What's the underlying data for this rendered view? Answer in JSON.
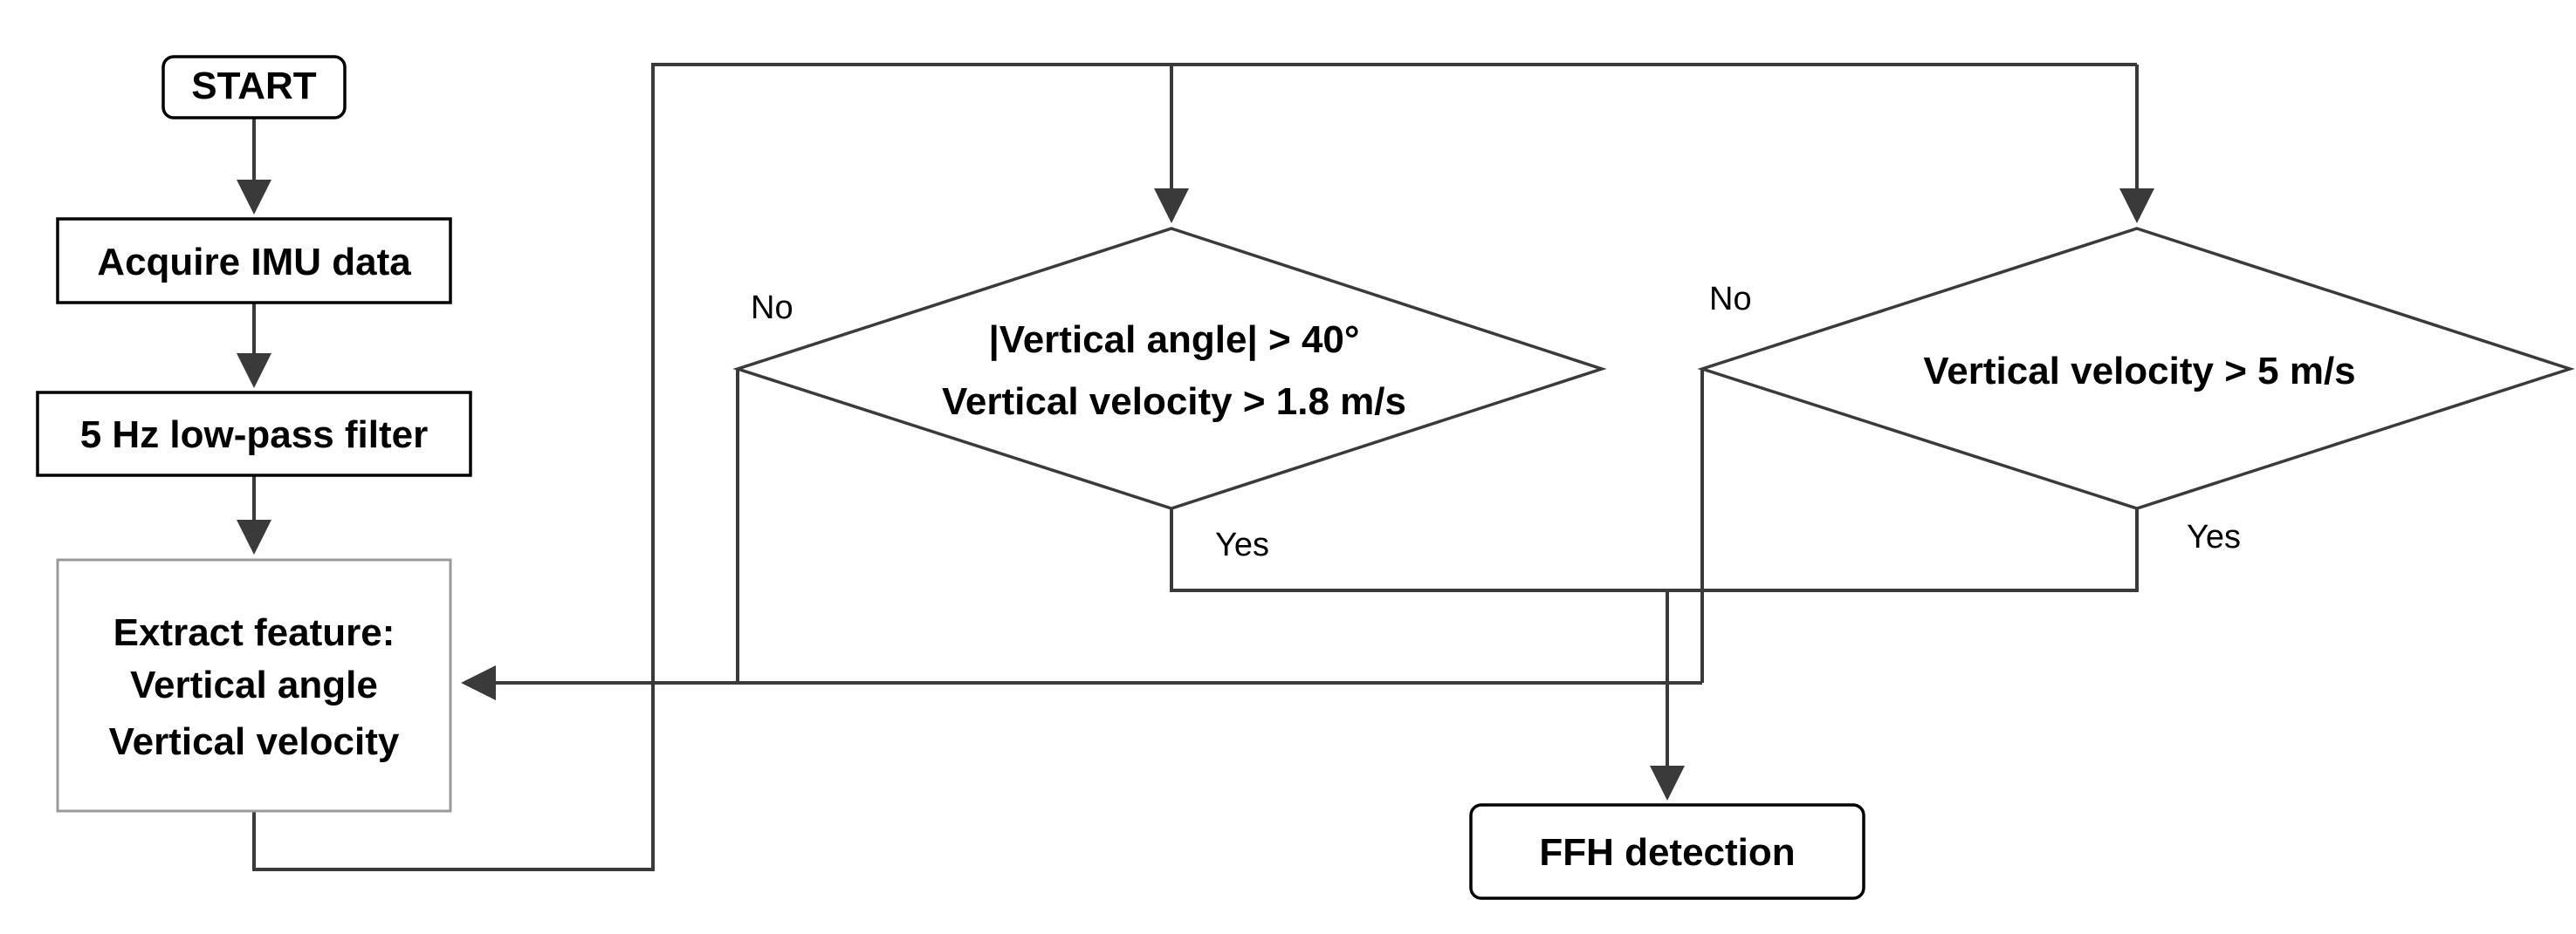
{
  "nodes": {
    "start": "START",
    "acquire": "Acquire IMU data",
    "filter": "5 Hz low-pass filter",
    "extract_line1": "Extract feature:",
    "extract_line2": "Vertical angle",
    "extract_line3": "Vertical velocity",
    "decision1_line1": "|Vertical angle|  > 40°",
    "decision1_line2": "Vertical velocity  > 1.8 m/s",
    "decision2_line1": "Vertical velocity  > 5 m/s",
    "ffh": "FFH detection"
  },
  "labels": {
    "d1_no": "No",
    "d1_yes": "Yes",
    "d2_no": "No",
    "d2_yes": "Yes"
  },
  "colors": {
    "line": "#3a3a3a",
    "box_border": "#000000",
    "extract_border": "#9a9a9a"
  }
}
